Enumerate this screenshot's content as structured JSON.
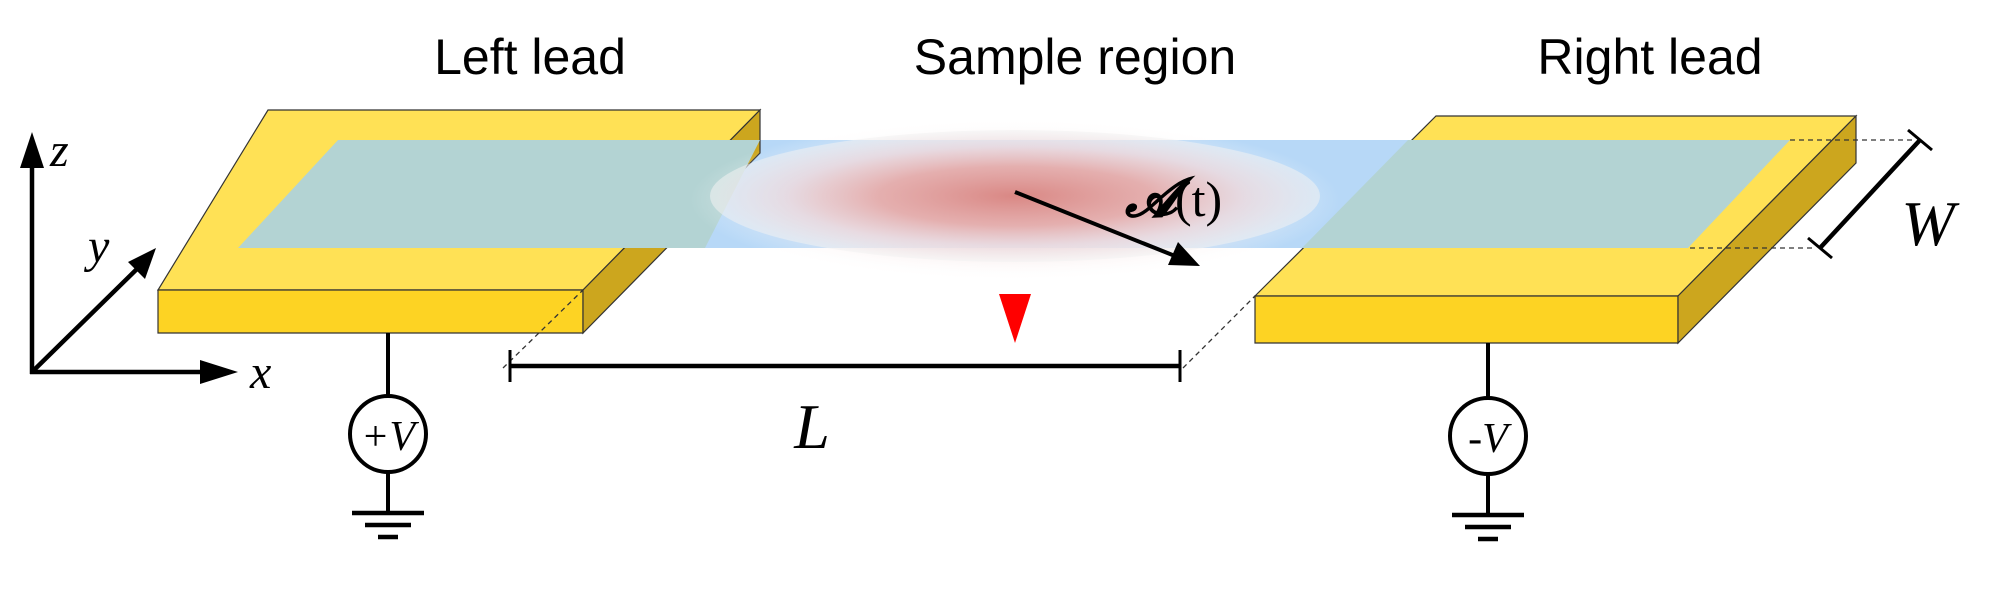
{
  "labels": {
    "left_lead": "Left lead",
    "sample_region": "Sample region",
    "right_lead": "Right lead",
    "length": "L",
    "width": "W",
    "vector_potential_symbol": "𝓐",
    "vector_potential_arg": "(t)",
    "left_voltage": "+V",
    "right_voltage": "-V"
  },
  "axes": {
    "x": "x",
    "y": "y",
    "z": "z"
  },
  "colors": {
    "lead_top": "#FFE155",
    "lead_front": "#FDD323",
    "lead_side": "#CCA61E",
    "channel": "#B7D8F7",
    "channel_on_lead": "#B3D3D3",
    "laser_arrow": "#FF0000",
    "glow": "#E08A87"
  },
  "icons": [
    "voltage-source-icon",
    "ground-icon",
    "arrow-icon"
  ]
}
